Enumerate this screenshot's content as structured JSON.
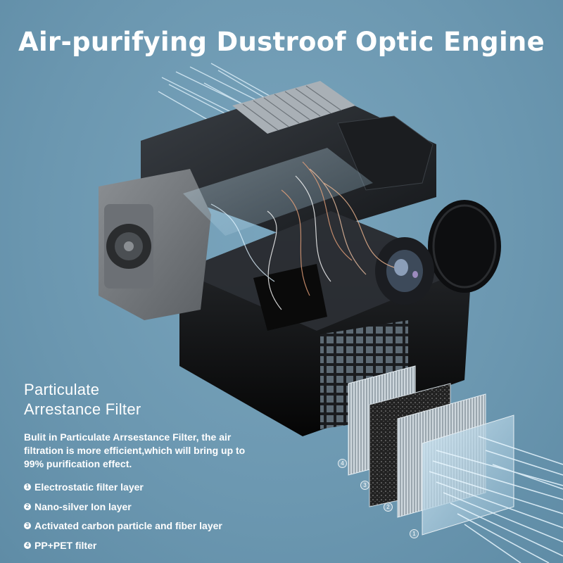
{
  "title": "Air-purifying Dustroof Optic Engine",
  "section": {
    "heading_line1": "Particulate",
    "heading_line2": "Arrestance Filter",
    "description": "Bulit in Particulate Arrsestance Filter, the air filtration is more efficient,which will bring up to 99% purification effect.",
    "layers": [
      {
        "num": "1",
        "label": "Electrostatic filter layer"
      },
      {
        "num": "2",
        "label": "Nano-silver Ion layer"
      },
      {
        "num": "3",
        "label": "Activated carbon particle and fiber layer"
      },
      {
        "num": "4",
        "label": "PP+PET filter"
      }
    ]
  },
  "filter_callouts": [
    "4",
    "3",
    "2",
    "1"
  ],
  "colors": {
    "background": "#6f9bb4",
    "engine": "#111111",
    "text": "#ffffff",
    "airflow": "#dff3ff",
    "airflow_warm": "#e8a27a"
  }
}
